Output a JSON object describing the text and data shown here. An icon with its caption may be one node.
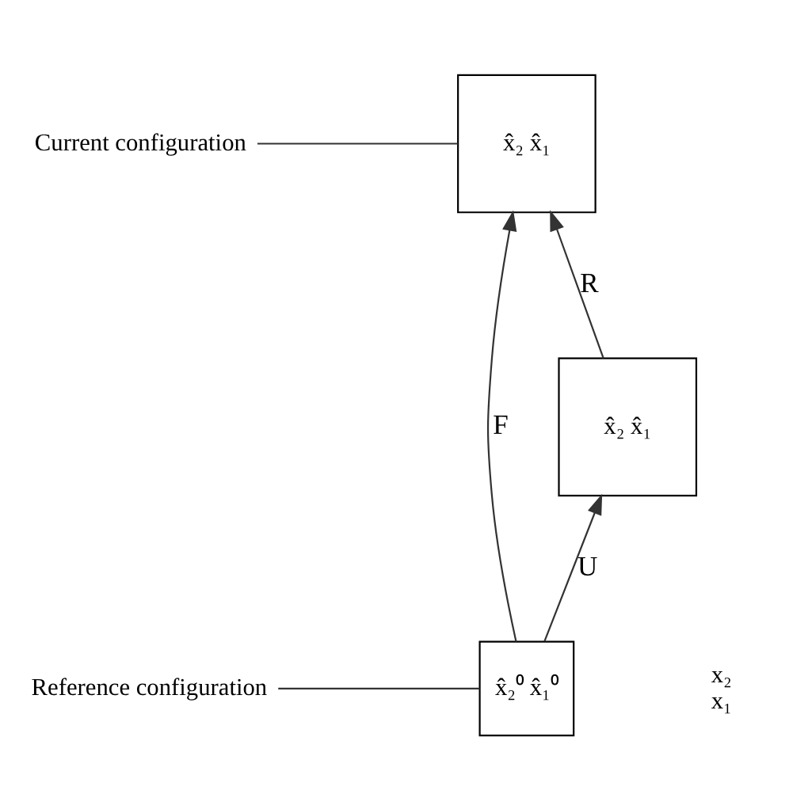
{
  "diagram": {
    "nodes": [
      {
        "text": [
          "x̂₂ x̂₁"
        ]
      },
      {
        "text": [
          "Current configuration"
        ]
      },
      {
        "text": [
          "x̂₂⁰ x̂₁⁰"
        ]
      },
      {
        "text": [
          "Reference configuration"
        ]
      },
      {
        "text": [
          "x̂₂ x̂₁"
        ]
      }
    ],
    "edges": [
      {
        "from": 1,
        "to": 0,
        "arrow": "none"
      },
      {
        "from": 3,
        "to": 2,
        "arrow": "none"
      },
      {
        "from": 2,
        "to": 0,
        "arrow": "to",
        "label": "F"
      },
      {
        "from": 2,
        "to": 4,
        "arrow": "to",
        "label": "U"
      },
      {
        "from": 4,
        "to": 0,
        "arrow": "to",
        "label": "R"
      }
    ],
    "labels": [
      "x₂",
      "x₁"
    ]
  }
}
